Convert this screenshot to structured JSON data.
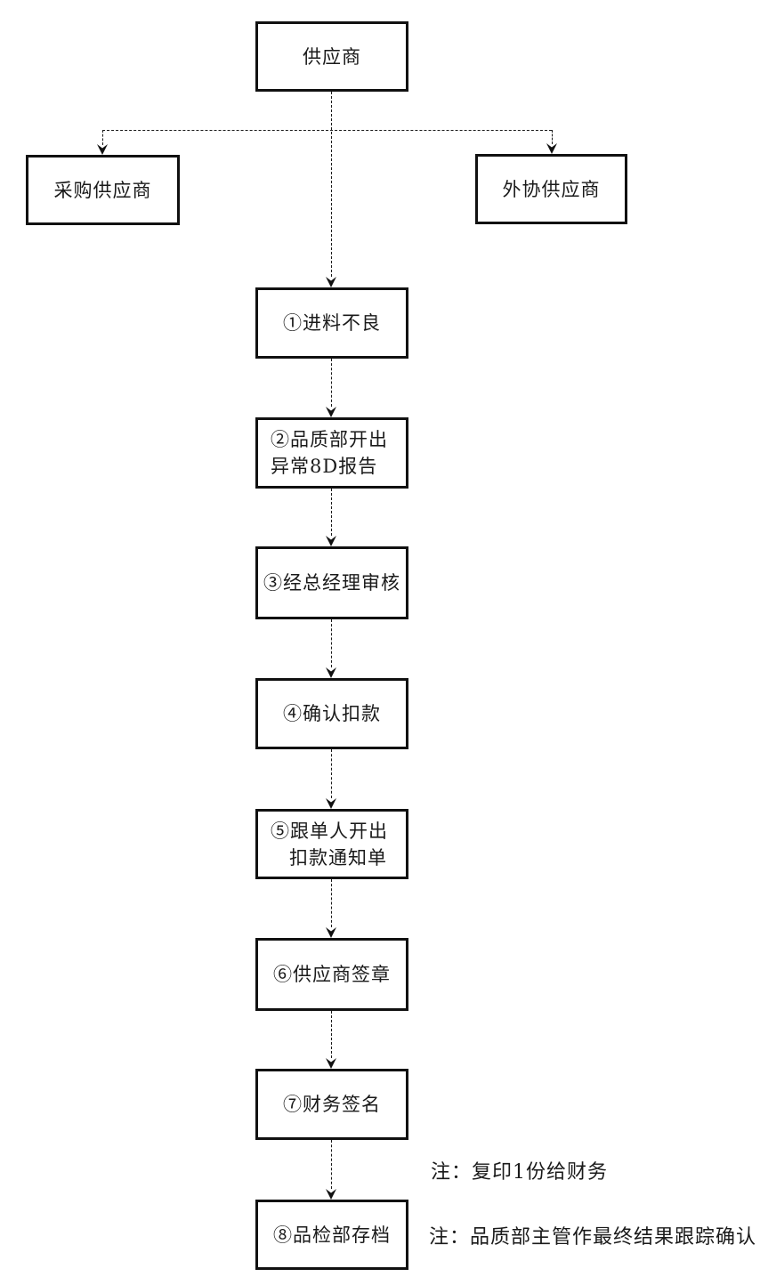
{
  "diagram": {
    "type": "flowchart",
    "nodes": {
      "supplier": "供应商",
      "purchase_supplier": "采购供应商",
      "outsource_supplier": "外协供应商",
      "step1": "①进料不良",
      "step2_line1": "②品质部开出",
      "step2_line2": "异常8D报告",
      "step3": "③经总经理审核",
      "step4": "④确认扣款",
      "step5_line1": "⑤跟单人开出",
      "step5_line2": "扣款通知单",
      "step6": "⑥供应商签章",
      "step7": "⑦财务签名",
      "step8": "⑧品检部存档"
    },
    "notes": {
      "finance_copy": "注：复印1份给财务",
      "final_tracking": "注：品质部主管作最终结果跟踪确认"
    },
    "colors": {
      "line": "#1a1a1a",
      "border": "#111111",
      "text": "#1a1a1a",
      "background": "#ffffff"
    }
  }
}
